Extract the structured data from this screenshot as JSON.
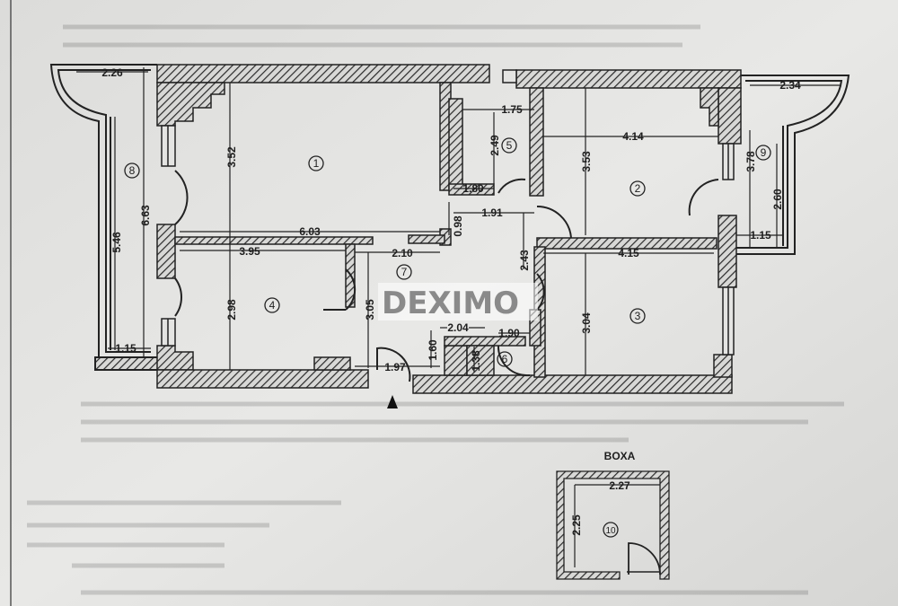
{
  "watermark": "DEXIMO",
  "rooms": [
    "1",
    "2",
    "3",
    "4",
    "5",
    "6",
    "7",
    "8",
    "9",
    "10"
  ],
  "dimensions": {
    "balcony_left_width": "2.26",
    "balcony_left_total": "6.63",
    "balcony_left_inner": "5.46",
    "balcony_left_bottom": "1.15",
    "room1_height": "3.52",
    "room1_width": "6.03",
    "room4_width": "3.95",
    "room4_height": "2.98",
    "hall_width": "2.10",
    "hall_height": "3.05",
    "hall_lower": "1.60",
    "entry_width": "1.97",
    "hall_step": "0.98",
    "room5_width": "1.75",
    "room5_height": "2.49",
    "room5_lower": "1.80",
    "hall2_width": "1.91",
    "hall2_height": "2.43",
    "hall_mid": "2.04",
    "room6_width": "1.90",
    "room6_height": "1.38",
    "room2_width": "4.14",
    "room2_height": "3.53",
    "balcony_right_width": "2.34",
    "balcony_right_total": "3.78",
    "balcony_right_inner": "2.60",
    "balcony_right_bottom": "1.15",
    "room3_width": "4.15",
    "room3_height": "3.04",
    "boxa_width": "2.27",
    "boxa_height": "2.25"
  },
  "boxa_title": "BOXA",
  "colors": {
    "paper": "#e4e4e2",
    "ink": "#1e1e1e"
  }
}
